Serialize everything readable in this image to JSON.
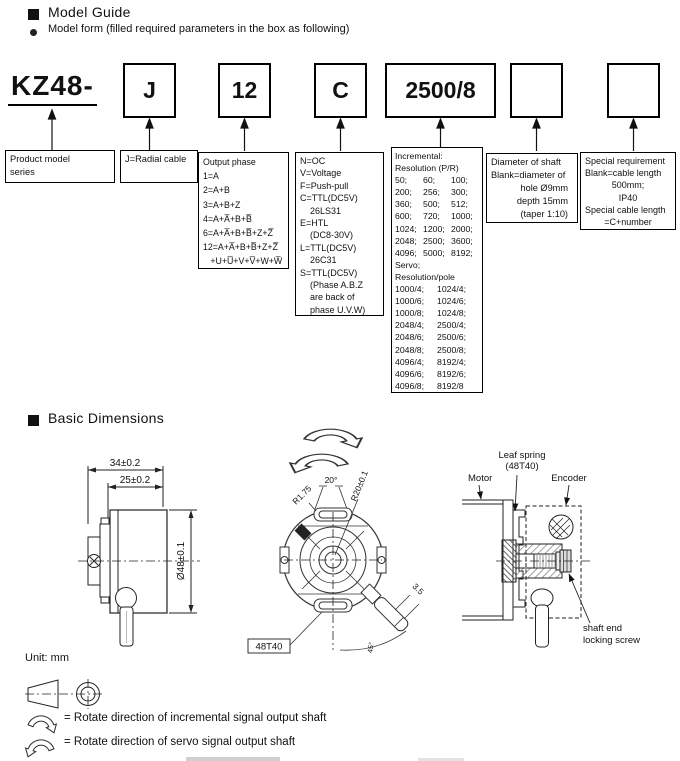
{
  "header": {
    "title": "Model Guide",
    "subtitle": "Model form (filled required parameters in the box as following)"
  },
  "model_form": {
    "prefix": "KZ48-",
    "cable": "J",
    "output_phase": "12",
    "signal": "C",
    "resolution": "2500/8",
    "shaft": "",
    "special": ""
  },
  "spec": {
    "product_lines": [
      "Product model",
      "series"
    ],
    "cable_lines": [
      "J=Radial cable"
    ],
    "phase_lines": [
      "Output phase",
      "1=A",
      "2=A+B",
      "3=A+B+Z",
      "4=A+A̅+B+B̅",
      "6=A+A̅+B+B̅+Z+Z̅",
      "12=A+A̅+B+B̅+Z+Z̅",
      "   +U+U̅+V+V̅+W+W̅"
    ],
    "signal_lines": [
      "N=OC",
      "V=Voltage",
      "F=Push-pull",
      "C=TTL(DC5V)",
      "    26LS31",
      "E=HTL",
      "    (DC8-30V)",
      "L=TTL(DC5V)",
      "    26C31",
      "S=TTL(DC5V)",
      "    (Phase A.B.Z",
      "    are back of",
      "    phase U.V.W)"
    ],
    "res_head_lines": [
      "Incremental:",
      "Resolution (P/R)"
    ],
    "res_inc_rows": [
      [
        "50;",
        "60;",
        "100;"
      ],
      [
        "200;",
        "256;",
        "300;"
      ],
      [
        "360;",
        "500;",
        "512;"
      ],
      [
        "600;",
        "720;",
        "1000;"
      ],
      [
        "1024;",
        "1200;",
        "2000;"
      ],
      [
        "2048;",
        "2500;",
        "3600;"
      ],
      [
        "4096;",
        "5000;",
        "8192;"
      ]
    ],
    "res_servo_lines": [
      "Servo;",
      "Resolution/pole"
    ],
    "res_servo_rows": [
      [
        "1000/4;",
        "1024/4;"
      ],
      [
        "1000/6;",
        "1024/6;"
      ],
      [
        "1000/8;",
        "1024/8;"
      ],
      [
        "2048/4;",
        "2500/4;"
      ],
      [
        "2048/6;",
        "2500/6;"
      ],
      [
        "2048/8;",
        "2500/8;"
      ],
      [
        "4096/4;",
        "8192/4;"
      ],
      [
        "4096/6;",
        "8192/6;"
      ],
      [
        "4096/8;",
        "8192/8"
      ]
    ],
    "shaft_lines": [
      "Diameter of shaft",
      "Blank=diameter of",
      "hole Ø9mm",
      "depth 15mm",
      "(taper 1:10)"
    ],
    "special_lines": [
      "Special requirement",
      "Blank=cable length",
      "500mm;",
      "IP40",
      "Special cable length",
      "=C+number"
    ]
  },
  "dimensions": {
    "heading": "Basic Dimensions",
    "unit": "Unit: mm",
    "side_view": {
      "width_total": "34±0.2",
      "width_body": "25±0.2",
      "diameter": "Ø48±0.1"
    },
    "front_view": {
      "angle": "20°",
      "radius_slot": "R1.75",
      "radius_mount": "R20±0.1",
      "cable_width": "3.5",
      "cable_angle": "45°",
      "model_label": "48T40"
    },
    "mount_view": {
      "motor": "Motor",
      "leaf_spring_line1": "Leaf spring",
      "leaf_spring_line2": "(48T40)",
      "encoder": "Encoder",
      "screw_line1": "shaft end",
      "screw_line2": "locking screw"
    }
  },
  "legend": {
    "incremental": "= Rotate direction of incremental signal output shaft",
    "servo": "= Rotate direction of servo signal output shaft"
  }
}
